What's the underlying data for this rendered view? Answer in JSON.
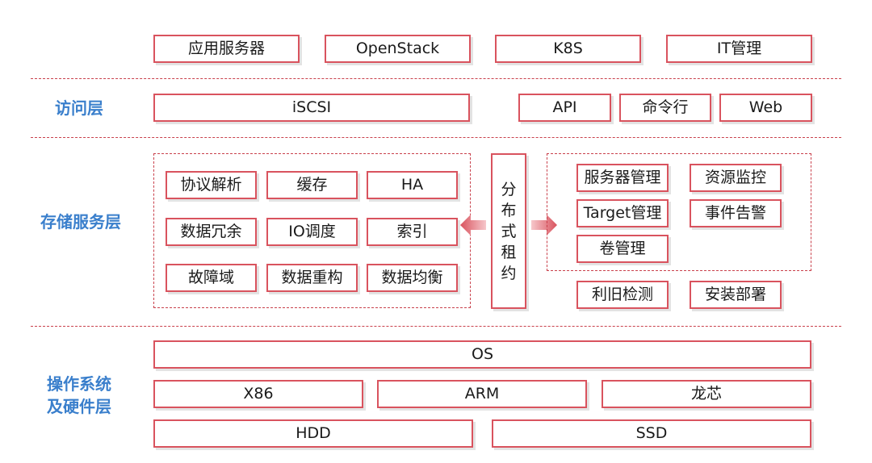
{
  "app_layer": {
    "items": [
      "应用服务器",
      "OpenStack",
      "K8S",
      "IT管理"
    ]
  },
  "access_layer": {
    "label": "访问层",
    "items": [
      "iSCSI",
      "API",
      "命令行",
      "Web"
    ]
  },
  "storage_layer": {
    "label": "存储服务层",
    "left_items": [
      "协议解析",
      "缓存",
      "HA",
      "数据冗余",
      "IO调度",
      "索引",
      "故障域",
      "数据重构",
      "数据均衡"
    ],
    "center_lease": [
      "分",
      "布",
      "式",
      "租",
      "约"
    ],
    "right_group_items": [
      "服务器管理",
      "资源监控",
      "Target管理",
      "事件告警",
      "卷管理"
    ],
    "right_bottom_items": [
      "利旧检测",
      "安装部署"
    ]
  },
  "os_layer": {
    "label_line1": "操作系统",
    "label_line2": "及硬件层",
    "os": "OS",
    "arch_items": [
      "X86",
      "ARM",
      "龙芯"
    ],
    "disk_items": [
      "HDD",
      "SSD"
    ]
  },
  "colors": {
    "border": "#d9535e",
    "dashed": "#c9414c",
    "label_blue": "#3a7fcc",
    "arrow_from": "#f6c7cb",
    "arrow_to": "#d9535e"
  }
}
